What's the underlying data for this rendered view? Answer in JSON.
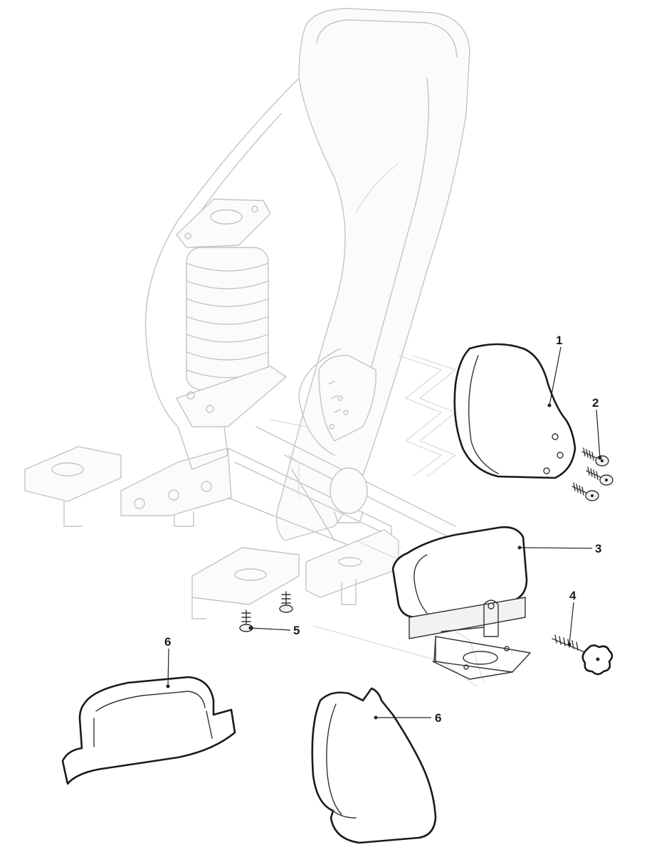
{
  "callouts": [
    {
      "id": "c1",
      "label": "1"
    },
    {
      "id": "c2",
      "label": "2"
    },
    {
      "id": "c3",
      "label": "3"
    },
    {
      "id": "c4",
      "label": "4"
    },
    {
      "id": "c5",
      "label": "5"
    },
    {
      "id": "c6a",
      "label": "6"
    },
    {
      "id": "c6b",
      "label": "6"
    }
  ],
  "colors": {
    "background": "#ffffff",
    "ghost_line": "#c4c4c4",
    "part_line": "#1a1a1a"
  }
}
